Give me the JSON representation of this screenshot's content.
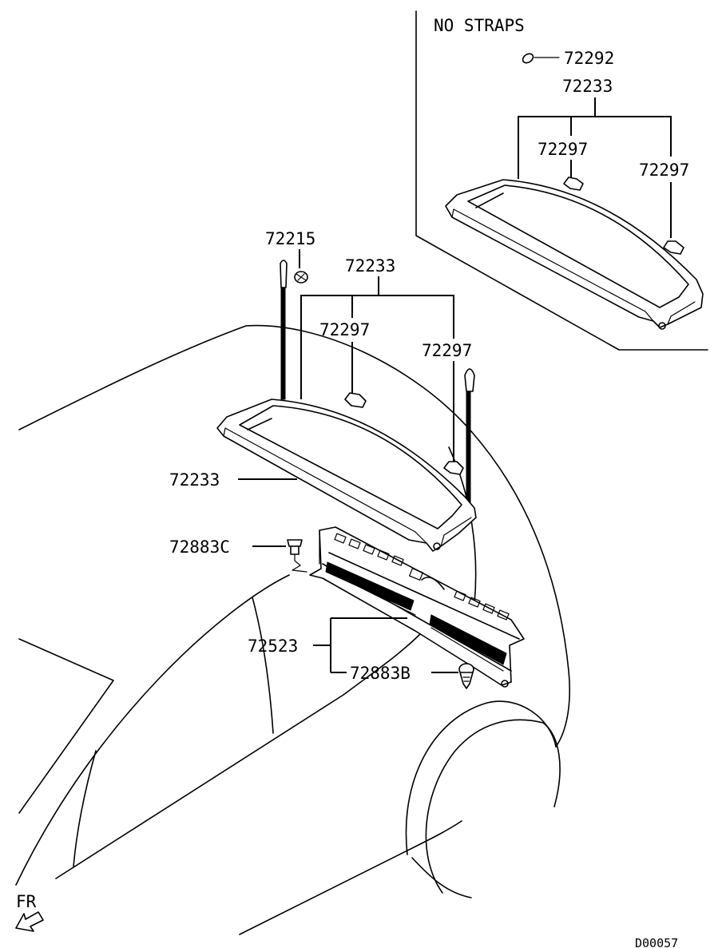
{
  "inset": {
    "title": "NO STRAPS",
    "labels": {
      "washer": "72292",
      "tray": "72233",
      "hook_left": "72297",
      "hook_right": "72297"
    }
  },
  "main": {
    "labels": {
      "strap": "72215",
      "tray_top": "72233",
      "hook_left": "72297",
      "hook_right": "72297",
      "tray_side": "72233",
      "clip_c": "72883C",
      "trim": "72523",
      "clip_b": "72883B"
    }
  },
  "direction": {
    "label": "FR"
  },
  "drawing_code": "D00057"
}
